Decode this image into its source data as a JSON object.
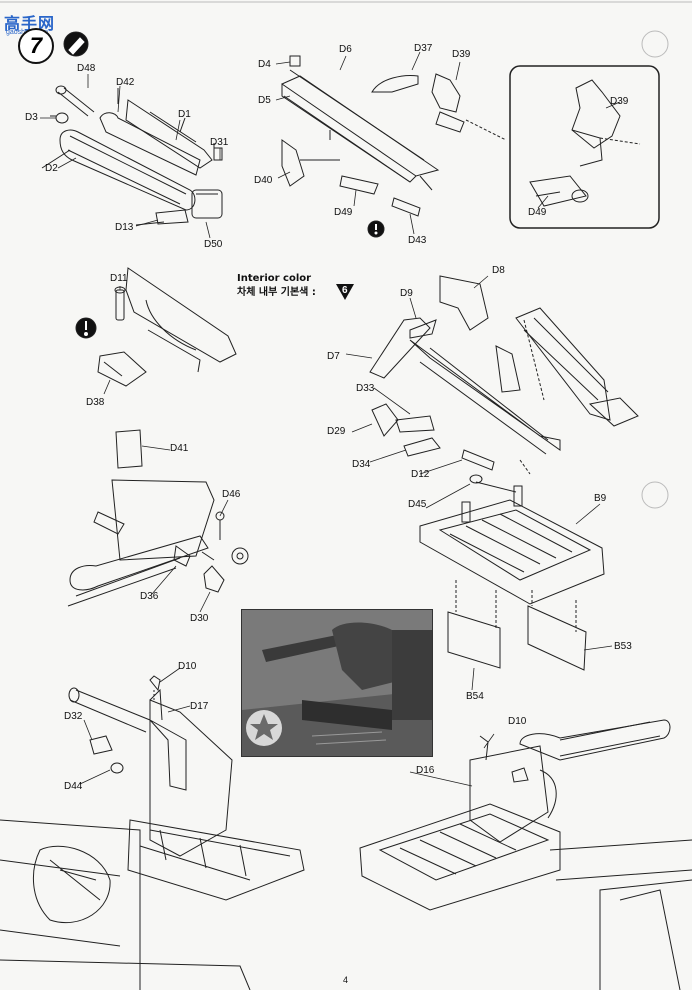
{
  "watermark": {
    "brand": "高手网",
    "domain": "gaoshou.com"
  },
  "steps": {
    "step7_number": "7"
  },
  "interior_note": {
    "line1": "Interior color",
    "line2": "차체 내부 기본색 :",
    "color_code": "6"
  },
  "labels": {
    "d48": "D48",
    "d42": "D42",
    "d3": "D3",
    "d1": "D1",
    "d2": "D2",
    "d31": "D31",
    "d13": "D13",
    "d50": "D50",
    "d4": "D4",
    "d6": "D6",
    "d37": "D37",
    "d39a": "D39",
    "d5": "D5",
    "d40": "D40",
    "d49a": "D49",
    "d43": "D43",
    "d39b": "D39",
    "d49b": "D49",
    "d11": "D11",
    "d38": "D38",
    "d8": "D8",
    "d9": "D9",
    "d7": "D7",
    "d33": "D33",
    "d29": "D29",
    "d34": "D34",
    "d12": "D12",
    "d45": "D45",
    "b9": "B9",
    "b53": "B53",
    "b54": "B54",
    "d41": "D41",
    "d46": "D46",
    "d36": "D36",
    "d30": "D30",
    "d10a": "D10",
    "d17": "D17",
    "d32": "D32",
    "d44": "D44",
    "d10b": "D10",
    "d16": "D16"
  },
  "page_number": "4",
  "colors": {
    "ink": "#111111",
    "paper": "#f7f7f5",
    "watermark": "#2a66c9"
  }
}
